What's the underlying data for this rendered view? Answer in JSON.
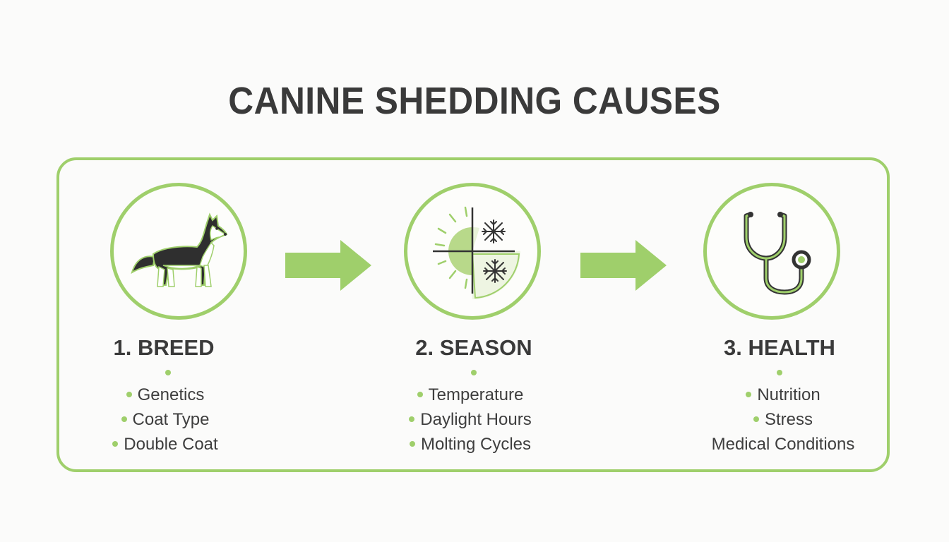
{
  "title": "CANINE SHEDDING CAUSES",
  "accent_color": "#9fcf6b",
  "steps": [
    {
      "label": "1. BREED",
      "icon": "husky-dog-icon",
      "items": [
        "Genetics",
        "Coat Type",
        "Double Coat"
      ]
    },
    {
      "label": "2. SEASON",
      "icon": "sun-snowflake-icon",
      "items": [
        "Temperature",
        "Daylight Hours",
        "Molting Cycles"
      ]
    },
    {
      "label": "3. HEALTH",
      "icon": "stethoscope-icon",
      "items": [
        "Nutrition",
        "Stress",
        "Medical Conditions"
      ]
    }
  ]
}
